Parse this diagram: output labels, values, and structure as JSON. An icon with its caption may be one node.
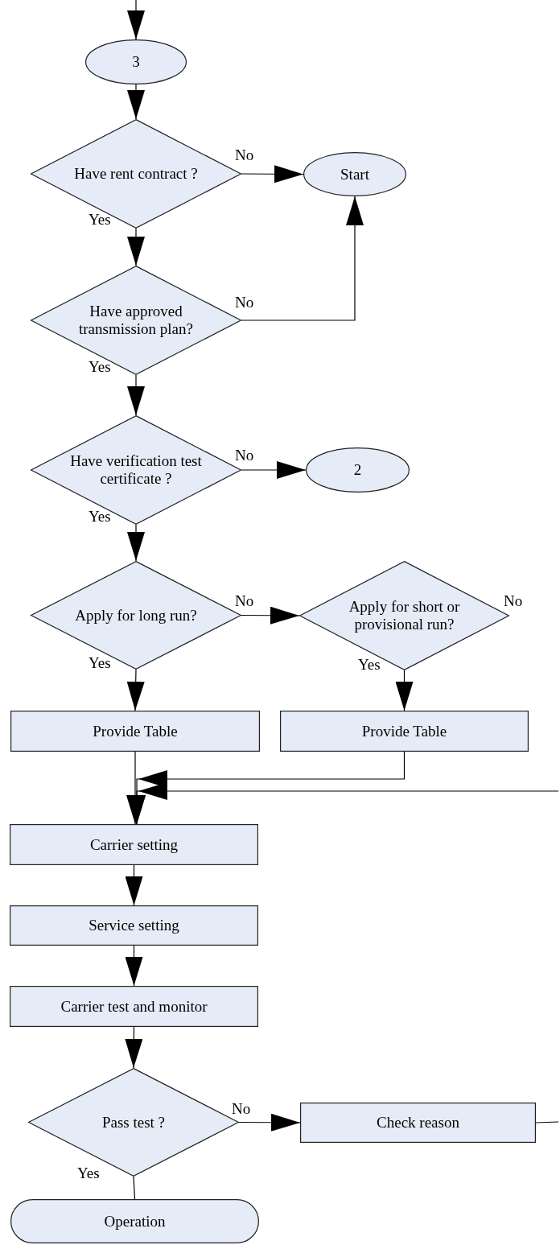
{
  "diagram": {
    "nodes": [
      {
        "text": [
          "3"
        ]
      },
      {
        "text": [
          "Have rent contract ?"
        ]
      },
      {
        "text": [
          "Start"
        ]
      },
      {
        "text": [
          "Have approved transmission plan?"
        ]
      },
      {
        "text": [
          "Have verification test certificate ?"
        ]
      },
      {
        "text": [
          "2"
        ]
      },
      {
        "text": [
          "Apply for long run?"
        ]
      },
      {
        "text": [
          "Apply for short or provisional run?"
        ]
      },
      {
        "text": [
          "Provide Table"
        ]
      },
      {
        "text": [
          "Provide Table"
        ]
      },
      {
        "text": [
          "Carrier setting"
        ]
      },
      {
        "text": [
          "Service setting"
        ]
      },
      {
        "text": [
          "Carrier test and monitor"
        ]
      },
      {
        "text": [
          "Pass test ?"
        ]
      },
      {
        "text": [
          "Check reason"
        ]
      },
      {
        "text": [
          "Operation"
        ]
      }
    ],
    "edges": [
      {
        "from": null,
        "to": 0,
        "arrow": "to"
      },
      {
        "from": 0,
        "to": 1,
        "arrow": "to"
      },
      {
        "from": 1,
        "to": 2,
        "arrow": "to",
        "label": "No"
      },
      {
        "from": 1,
        "to": 3,
        "arrow": "to",
        "label": "Yes"
      },
      {
        "from": 3,
        "to": 2,
        "arrow": "to",
        "label": "No"
      },
      {
        "from": 3,
        "to": 4,
        "arrow": "to",
        "label": "Yes"
      },
      {
        "from": 4,
        "to": 5,
        "arrow": "to",
        "label": "No"
      },
      {
        "from": 4,
        "to": 6,
        "arrow": "to",
        "label": "Yes"
      },
      {
        "from": 6,
        "to": 7,
        "arrow": "to",
        "label": "No"
      },
      {
        "from": 6,
        "to": 8,
        "arrow": "to",
        "label": "Yes"
      },
      {
        "from": 7,
        "to": 9,
        "arrow": "to",
        "label": "Yes"
      },
      {
        "from": 8,
        "to": 10,
        "arrow": "to"
      },
      {
        "from": 9,
        "to": 10,
        "arrow": "to"
      },
      {
        "from": null,
        "to": 10,
        "arrow": "to"
      },
      {
        "from": 10,
        "to": 11,
        "arrow": "to"
      },
      {
        "from": 11,
        "to": 12,
        "arrow": "to"
      },
      {
        "from": 12,
        "to": 13,
        "arrow": "to"
      },
      {
        "from": 13,
        "to": 14,
        "arrow": "to",
        "label": "No"
      },
      {
        "from": 13,
        "to": 15,
        "arrow": "none",
        "label": "Yes"
      },
      {
        "from": 14,
        "to": null,
        "arrow": "none"
      }
    ],
    "labels": [
      "No"
    ]
  }
}
